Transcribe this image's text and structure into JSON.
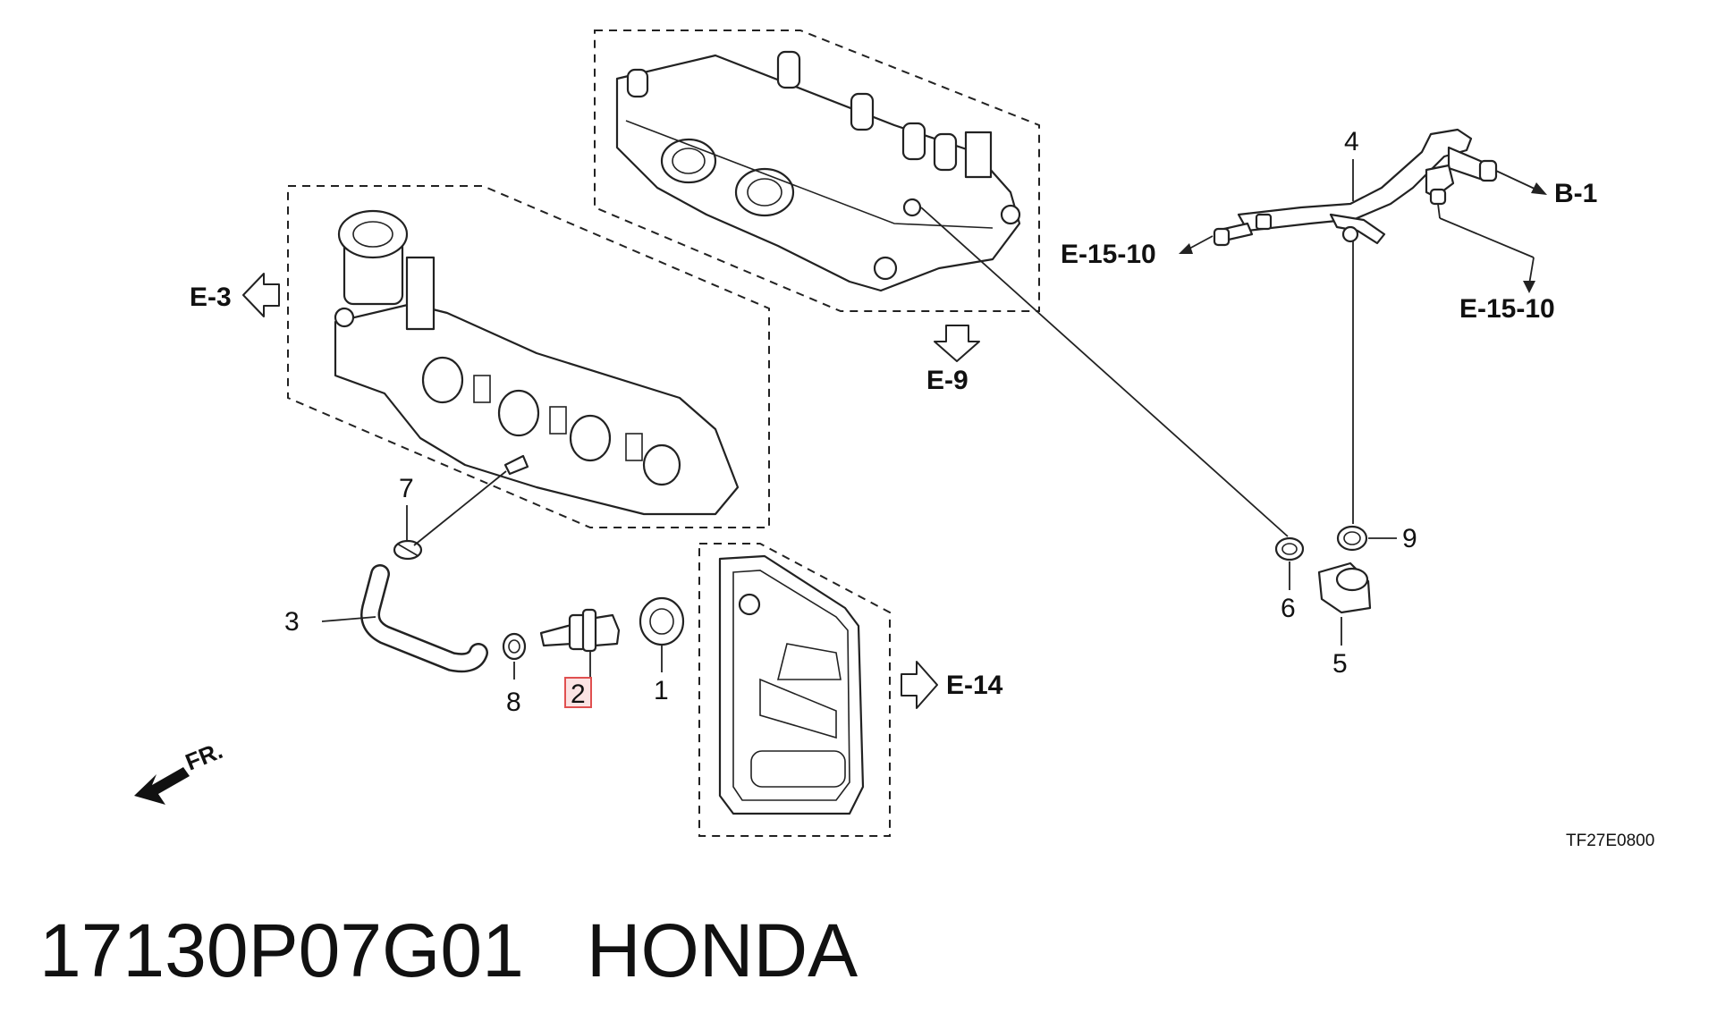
{
  "diagram": {
    "callouts": {
      "c1": "1",
      "c2": "2",
      "c3": "3",
      "c4": "4",
      "c5": "5",
      "c6": "6",
      "c7": "7",
      "c8": "8",
      "c9": "9"
    },
    "references": {
      "e3": "E-3",
      "e9": "E-9",
      "e14": "E-14",
      "b1": "B-1",
      "e15_left": "E-15-10",
      "e15_right": "E-15-10"
    },
    "front_indicator": "FR.",
    "figure_code": "TF27E0800",
    "highlighted_part": "2",
    "highlight_color": "#e05050"
  },
  "caption": {
    "part_number": "17130P07G01",
    "brand": "HONDA",
    "text": "17130P07G01   HONDA"
  }
}
